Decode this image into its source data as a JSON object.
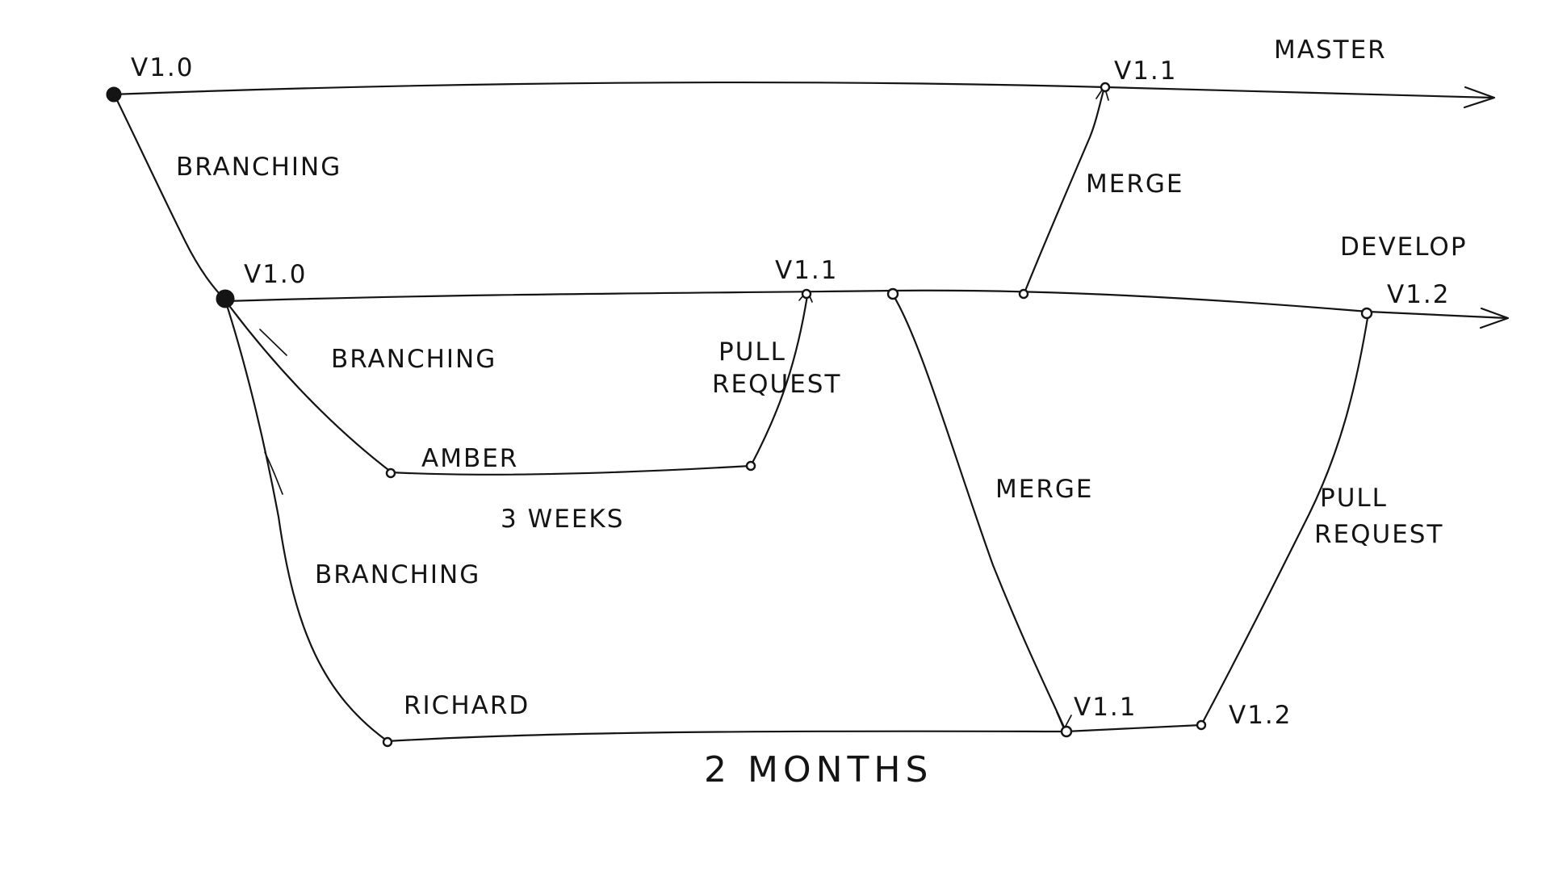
{
  "branches": {
    "master": "MASTER",
    "develop": "DEVELOP",
    "amber": "AMBER",
    "richard": "RICHARD"
  },
  "versions": {
    "master_start": "V1.0",
    "master_release": "V1.1",
    "develop_start": "V1.0",
    "develop_v11": "V1.1",
    "develop_v12": "V1.2",
    "richard_v11": "V1.1",
    "richard_v12": "V1.2"
  },
  "actions": {
    "branching_master": "BRANCHING",
    "branching_amber": "BRANCHING",
    "branching_richard": "BRANCHING",
    "merge_to_master": "MERGE",
    "merge_to_richard": "MERGE",
    "pull_request_amber_1": "PULL",
    "pull_request_amber_2": "REQUEST",
    "pull_request_richard_1": "PULL",
    "pull_request_richard_2": "REQUEST"
  },
  "durations": {
    "amber": "3 WEEKS",
    "richard": "2 MONTHS"
  }
}
